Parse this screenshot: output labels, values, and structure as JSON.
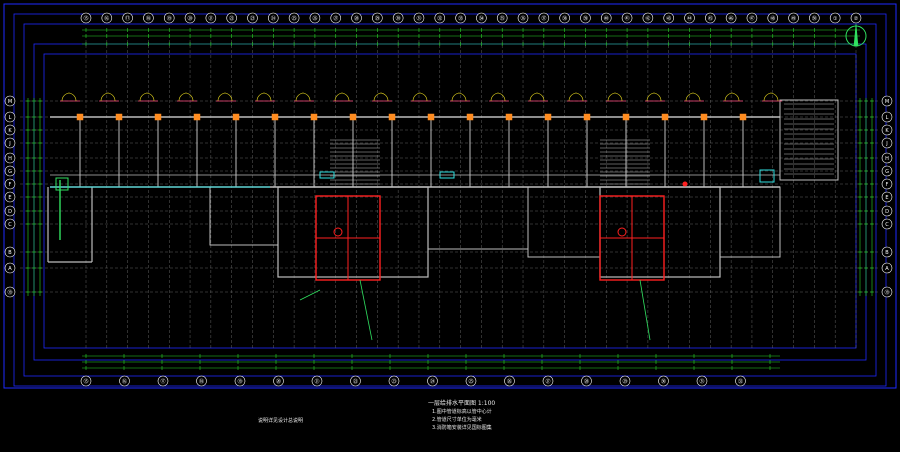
{
  "drawing": {
    "colors": {
      "background": "#000000",
      "frame": "#1e2aff",
      "grid": "#7a7a7a",
      "dimension": "#2bd72b",
      "wall": "#bdbdbd",
      "fire_equipment": "#ff2020",
      "door": "#f0e020",
      "pipe": "#30e0e0",
      "axis_bubble": "#ffffff"
    },
    "north_arrow_icon": "north-arrow-icon"
  },
  "axes": {
    "top": [
      "⑮",
      "⑯",
      "⑰",
      "⑱",
      "⑲",
      "⑳",
      "㉑",
      "㉒",
      "㉓",
      "㉔",
      "㉕",
      "㉖",
      "㉗",
      "㉘",
      "㉙",
      "㉚",
      "㉛",
      "㉜",
      "㉝",
      "㉞",
      "㉟",
      "㊱",
      "㊲",
      "㊳",
      "㊴",
      "㊵",
      "㊶",
      "㊷",
      "㊸",
      "㊹",
      "㊺",
      "㊻",
      "㊼",
      "㊽",
      "㊾",
      "㊿",
      "①",
      "②"
    ],
    "bottom": [
      "⑮",
      "⑯",
      "⑰",
      "⑱",
      "⑲",
      "⑳",
      "㉑",
      "㉒",
      "㉓",
      "㉔",
      "㉕",
      "㉖",
      "㉗",
      "㉘",
      "㉙",
      "㉚",
      "㉛",
      "㉜"
    ],
    "left": [
      "M",
      "L",
      "K",
      "J",
      "H",
      "G",
      "F",
      "E",
      "D",
      "C",
      "B",
      "A",
      "⑲"
    ],
    "right": [
      "M",
      "L",
      "K",
      "J",
      "H",
      "G",
      "F",
      "E",
      "D",
      "C",
      "B",
      "A",
      "⑲"
    ]
  },
  "notes": {
    "title": "一层给排水平面图 1:100",
    "line1": "1.图中管道标高以管中心计",
    "line2": "2.管道尺寸单位为毫米",
    "line3": "3.消防箱安装详见国标图集",
    "left_note": "说明详见设计总说明"
  }
}
